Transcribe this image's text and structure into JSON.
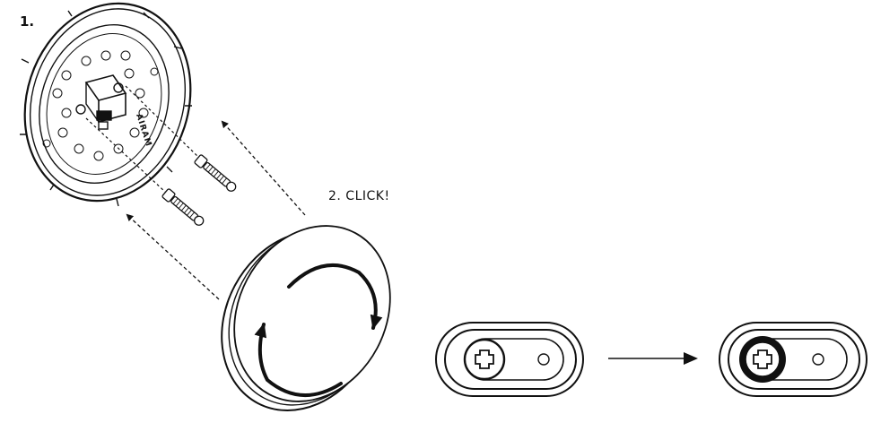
{
  "steps": {
    "step1_label": "1.",
    "step2_label": "2. CLICK!"
  },
  "mount": {
    "brand_text": "AIRAM"
  },
  "icons": {
    "screw": "screw-icon",
    "lens": "cover-lens-icon",
    "rotate": "rotate-arrows-icon",
    "slot": "keyhole-slot-icon",
    "arrow": "arrow-right-icon"
  },
  "colors": {
    "line": "#111111",
    "background": "#ffffff"
  }
}
